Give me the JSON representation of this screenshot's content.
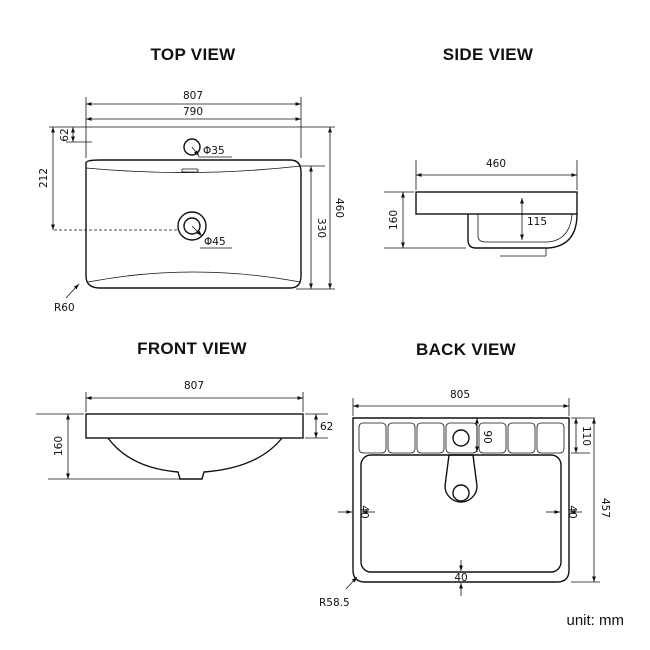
{
  "views": {
    "top": {
      "title": "TOP VIEW",
      "dims": {
        "overall_width": "807",
        "inner_width": "790",
        "tap_offset": "62",
        "drain_offset": "212",
        "inner_depth": "330",
        "overall_depth": "460",
        "tap_hole": "Φ35",
        "drain_hole": "Φ45",
        "corner_radius": "R60"
      }
    },
    "side": {
      "title": "SIDE VIEW",
      "dims": {
        "depth": "460",
        "height": "160",
        "bowl_drop": "115"
      }
    },
    "front": {
      "title": "FRONT VIEW",
      "dims": {
        "width": "807",
        "height": "160",
        "rim": "62"
      }
    },
    "back": {
      "title": "BACK VIEW",
      "dims": {
        "width": "805",
        "tap_depth": "90",
        "top_band": "110",
        "depth": "457",
        "left_margin": "40",
        "right_margin": "40",
        "bottom_margin": "40",
        "corner_radius": "R58.5"
      }
    }
  },
  "unit_label": "unit: mm"
}
